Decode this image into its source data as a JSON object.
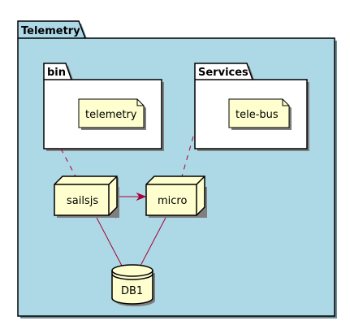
{
  "package": {
    "title": "Telemetry"
  },
  "folders": [
    {
      "title": "bin",
      "note": "telemetry"
    },
    {
      "title": "Services",
      "note": "tele-bus"
    }
  ],
  "nodes": [
    {
      "label": "sailsjs"
    },
    {
      "label": "micro"
    }
  ],
  "database": {
    "label": "DB1"
  },
  "colors": {
    "package_fill": "#ADD8E6",
    "folder_fill": "#FFFFFF",
    "element_fill": "#FEFECE",
    "border": "#000000",
    "link": "#A80036",
    "shadow": "#7F7F7F"
  }
}
